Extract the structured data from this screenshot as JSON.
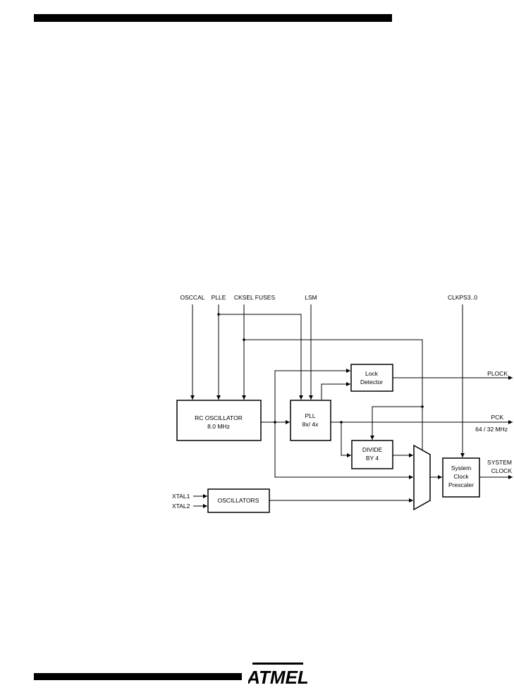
{
  "diagram": {
    "inputs": {
      "osccal": "OSCCAL",
      "plle": "PLLE",
      "cksel": "CKSEL FUSES",
      "lsm": "LSM",
      "clkps": "CLKPS3..0",
      "xtal1": "XTAL1",
      "xtal2": "XTAL2"
    },
    "blocks": {
      "rc_osc_line1": "RC OSCILLATOR",
      "rc_osc_line2": "8.0 MHz",
      "pll_line1": "PLL",
      "pll_line2": "8x/ 4x",
      "lock_line1": "Lock",
      "lock_line2": "Detector",
      "divide_line1": "DIVIDE",
      "divide_line2": "BY 4",
      "oscillators": "OSCILLATORS",
      "prescaler_line1": "System",
      "prescaler_line2": "Clock",
      "prescaler_line3": "Prescaler"
    },
    "outputs": {
      "plock": "PLOCK",
      "pck": "PCK",
      "pck_freq": "64 / 32 MHz",
      "sysclk_line1": "SYSTEM",
      "sysclk_line2": "CLOCK"
    }
  },
  "footer": {
    "logo_text": "ATMEL"
  }
}
